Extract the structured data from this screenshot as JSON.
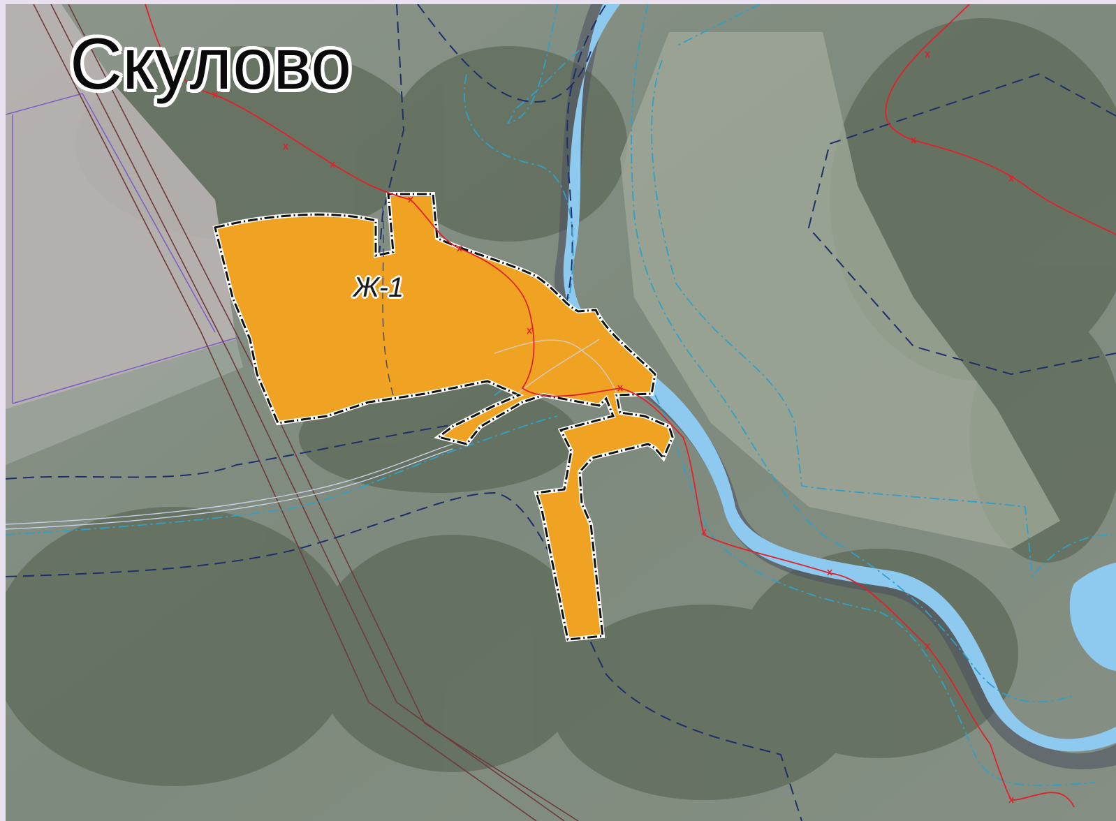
{
  "map": {
    "settlement_name": "Скулово",
    "zones": [
      {
        "code": "Ж-1",
        "fill_color": "#f0a323"
      }
    ]
  },
  "colors": {
    "background_frame": "#e9e1ef",
    "river": "#8ec9f0",
    "zone_fill": "#f0a323",
    "red_boundary": "#e0212b",
    "navy_dashed": "#1c2f6b",
    "cyan_dashdot": "#2fa0c8",
    "brown_lines": "#6e3b3b",
    "purple_parcel": "#7d5cc6"
  },
  "icons": {
    "river": "river-shape",
    "zone": "zone-polygon"
  }
}
